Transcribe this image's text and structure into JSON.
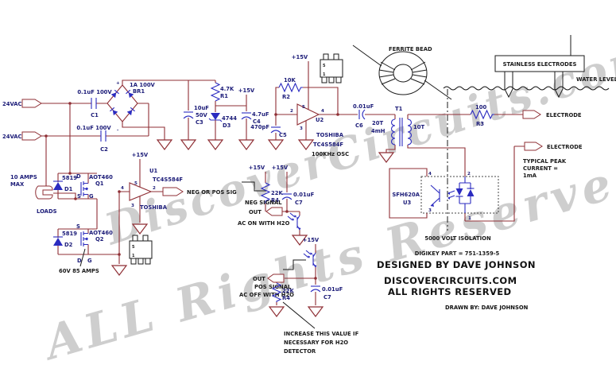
{
  "colors": {
    "wire": "#8f2f35",
    "blue": "#2b2bc0",
    "navy": "#1b1b78",
    "black": "#1a1a1a",
    "watermark": "#9a9a9a"
  },
  "labels": {
    "plus15": "+15V"
  },
  "watermark": {
    "line1": "DiscoverCircuits.com",
    "line2": "ALL Rights Reserved"
  },
  "power": {
    "vac1": "24VAC",
    "vac2": "24VAC",
    "c1": {
      "value": "0.1uF 100V",
      "ref": "C1"
    },
    "c2": {
      "value": "0.1uF 100V",
      "ref": "C2"
    },
    "br1": {
      "value": "1A 100V",
      "ref": "BR1",
      "plus": "+",
      "minus": "-"
    },
    "c3": {
      "l1": "10uF",
      "l2": "50V",
      "ref": "C3"
    },
    "r1": {
      "value": "4.7K",
      "ref": "R1"
    },
    "d3": {
      "value": "4744",
      "ref": "D3"
    },
    "c4": {
      "value": "4.7uF",
      "ref": "C4"
    }
  },
  "switch": {
    "note1": "10 AMPS",
    "note2": "MAX",
    "loads": "LOADS",
    "rating": "60V 85 AMPS",
    "d1": {
      "value": "5819",
      "ref": "D1"
    },
    "d2": {
      "value": "5819",
      "ref": "D2"
    },
    "q1": {
      "part": "AOT460",
      "ref": "Q1",
      "d": "D",
      "s": "S",
      "g": "G"
    },
    "q2": {
      "part": "AOT460",
      "ref": "Q2",
      "d": "D",
      "s": "S",
      "g": "G"
    }
  },
  "u1": {
    "ref": "U1",
    "part": "TC4S584F",
    "brand": "TOSHIBA",
    "pin_in": "4",
    "pin_out": "2",
    "pin_top": "5",
    "pin_bot": "3",
    "out_label": "NEG OR POS SIG",
    "pkg5": "5",
    "pkg1": "1"
  },
  "u2": {
    "ref": "U2",
    "part": "TC4S584F",
    "brand": "TOSHIBA",
    "note": "100KHz OSC",
    "pin_in": "2",
    "pin_out": "4",
    "pin_top": "5",
    "pin_bot": "3",
    "pkg5": "5",
    "pkg1": "1",
    "r2": {
      "value": "10K",
      "ref": "R2"
    },
    "c5": {
      "value": "470pF",
      "ref": "C5"
    },
    "c6": {
      "value": "0.01uF",
      "ref": "C6"
    }
  },
  "t1": {
    "ref": "T1",
    "pri": "20T",
    "ind": "4mH",
    "sec": "10T"
  },
  "ferrite": {
    "label": "FERRITE BEAD"
  },
  "probe": {
    "box": "STAINLESS ELECTRODES",
    "water": "WATER LEVEL",
    "r3": {
      "value": "100",
      "ref": "R3"
    },
    "electrode1": "ELECTRODE",
    "electrode2": "ELECTRODE",
    "peak1": "TYPICAL PEAK",
    "peak2": "CURRENT =",
    "peak3": "1mA"
  },
  "opto": {
    "part": "SFH620A",
    "ref": "U3",
    "p1": "1",
    "p2": "2",
    "p3": "3",
    "p4": "4",
    "isolation": "5000 VOLT ISOLATION",
    "digikey": "DIGIKEY PART = 751-1359-5"
  },
  "neg": {
    "signal": "NEG SIGNAL",
    "out": "OUT",
    "note": "AC ON WITH H2O",
    "r4": {
      "value": "22K",
      "ref": "R4"
    },
    "c7": {
      "value": "0.01uF",
      "ref": "C7"
    }
  },
  "pos": {
    "signal": "POS SIGNAL",
    "out": "OUT",
    "note": "AC OFF WITH H2O",
    "r4": {
      "value": "22K",
      "ref": "R4"
    },
    "c7": {
      "value": "0.01uF",
      "ref": "C7"
    },
    "advice1": "INCREASE THIS VALUE IF",
    "advice2": "NECESSARY FOR H2O",
    "advice3": "DETECTOR"
  },
  "credits": {
    "designed": "DESIGNED BY DAVE JOHNSON",
    "site": "DISCOVERCIRCUITS.COM",
    "rights": "ALL RIGHTS RESERVED",
    "drawn": "DRAWN BY: DAVE JOHNSON"
  }
}
